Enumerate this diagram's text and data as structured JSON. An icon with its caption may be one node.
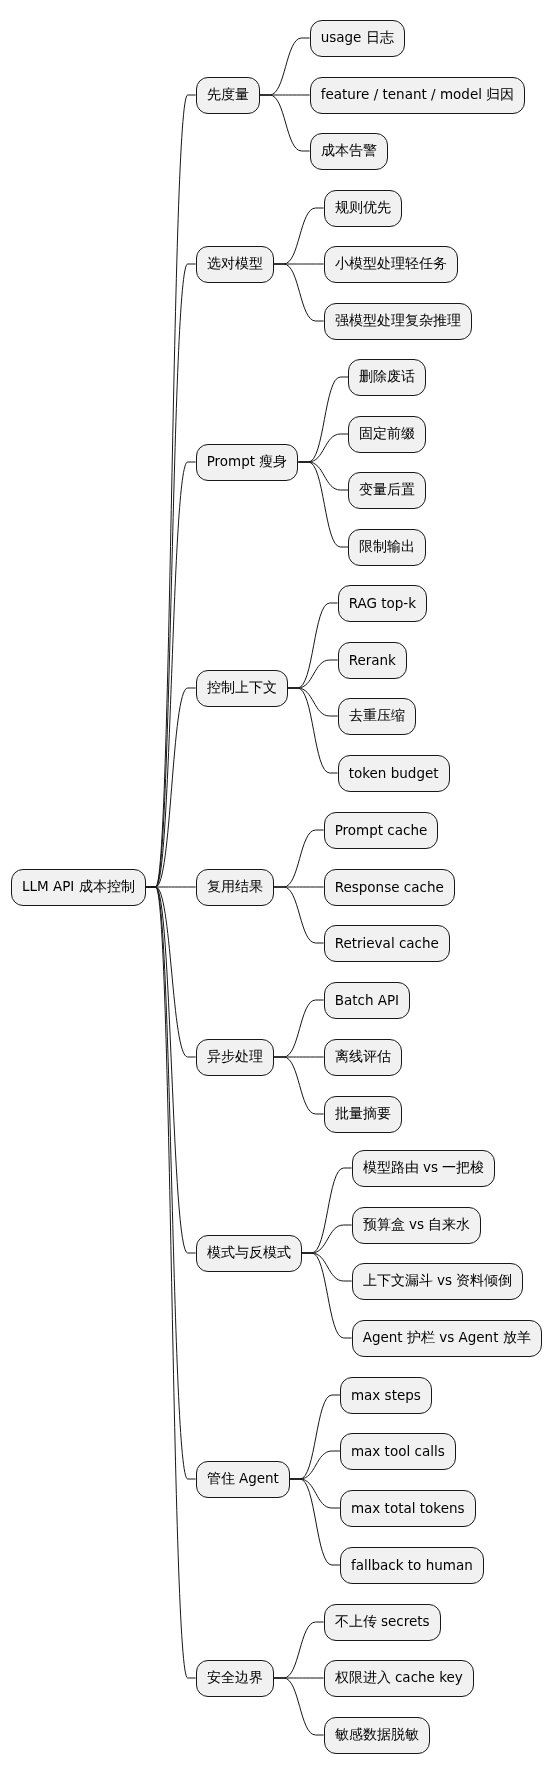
{
  "diagram": {
    "nodes": [
      {
        "text": [
          "LLM API 成本控制"
        ]
      },
      {
        "text": [
          "先度量"
        ]
      },
      {
        "text": [
          "usage 日志"
        ]
      },
      {
        "text": [
          "feature / tenant / model 归因"
        ]
      },
      {
        "text": [
          "成本告警"
        ]
      },
      {
        "text": [
          "选对模型"
        ]
      },
      {
        "text": [
          "规则优先"
        ]
      },
      {
        "text": [
          "小模型处理轻任务"
        ]
      },
      {
        "text": [
          "强模型处理复杂推理"
        ]
      },
      {
        "text": [
          "Prompt 瘦身"
        ]
      },
      {
        "text": [
          "删除废话"
        ]
      },
      {
        "text": [
          "固定前缀"
        ]
      },
      {
        "text": [
          "变量后置"
        ]
      },
      {
        "text": [
          "限制输出"
        ]
      },
      {
        "text": [
          "控制上下文"
        ]
      },
      {
        "text": [
          "RAG top-k"
        ]
      },
      {
        "text": [
          "Rerank"
        ]
      },
      {
        "text": [
          "去重压缩"
        ]
      },
      {
        "text": [
          "token budget"
        ]
      },
      {
        "text": [
          "复用结果"
        ]
      },
      {
        "text": [
          "Prompt cache"
        ]
      },
      {
        "text": [
          "Response cache"
        ]
      },
      {
        "text": [
          "Retrieval cache"
        ]
      },
      {
        "text": [
          "异步处理"
        ]
      },
      {
        "text": [
          "Batch API"
        ]
      },
      {
        "text": [
          "离线评估"
        ]
      },
      {
        "text": [
          "批量摘要"
        ]
      },
      {
        "text": [
          "模式与反模式"
        ]
      },
      {
        "text": [
          "模型路由 vs 一把梭"
        ]
      },
      {
        "text": [
          "预算盒 vs 自来水"
        ]
      },
      {
        "text": [
          "上下文漏斗 vs 资料倾倒"
        ]
      },
      {
        "text": [
          "Agent 护栏 vs Agent 放羊"
        ]
      },
      {
        "text": [
          "管住 Agent"
        ]
      },
      {
        "text": [
          "max steps"
        ]
      },
      {
        "text": [
          "max tool calls"
        ]
      },
      {
        "text": [
          "max total tokens"
        ]
      },
      {
        "text": [
          "fallback to human"
        ]
      },
      {
        "text": [
          "安全边界"
        ]
      },
      {
        "text": [
          "不上传 secrets"
        ]
      },
      {
        "text": [
          "权限进入 cache key"
        ]
      },
      {
        "text": [
          "敏感数据脱敏"
        ]
      }
    ],
    "edges": [
      {
        "from": 0,
        "to": 1,
        "arrow": "none"
      },
      {
        "from": 1,
        "to": 2,
        "arrow": "none"
      },
      {
        "from": 1,
        "to": 3,
        "arrow": "none"
      },
      {
        "from": 1,
        "to": 4,
        "arrow": "none"
      },
      {
        "from": 0,
        "to": 5,
        "arrow": "none"
      },
      {
        "from": 5,
        "to": 6,
        "arrow": "none"
      },
      {
        "from": 5,
        "to": 7,
        "arrow": "none"
      },
      {
        "from": 5,
        "to": 8,
        "arrow": "none"
      },
      {
        "from": 0,
        "to": 9,
        "arrow": "none"
      },
      {
        "from": 9,
        "to": 10,
        "arrow": "none"
      },
      {
        "from": 9,
        "to": 11,
        "arrow": "none"
      },
      {
        "from": 9,
        "to": 12,
        "arrow": "none"
      },
      {
        "from": 9,
        "to": 13,
        "arrow": "none"
      },
      {
        "from": 0,
        "to": 14,
        "arrow": "none"
      },
      {
        "from": 14,
        "to": 15,
        "arrow": "none"
      },
      {
        "from": 14,
        "to": 16,
        "arrow": "none"
      },
      {
        "from": 14,
        "to": 17,
        "arrow": "none"
      },
      {
        "from": 14,
        "to": 18,
        "arrow": "none"
      },
      {
        "from": 0,
        "to": 19,
        "arrow": "none"
      },
      {
        "from": 19,
        "to": 20,
        "arrow": "none"
      },
      {
        "from": 19,
        "to": 21,
        "arrow": "none"
      },
      {
        "from": 19,
        "to": 22,
        "arrow": "none"
      },
      {
        "from": 0,
        "to": 23,
        "arrow": "none"
      },
      {
        "from": 23,
        "to": 24,
        "arrow": "none"
      },
      {
        "from": 23,
        "to": 25,
        "arrow": "none"
      },
      {
        "from": 23,
        "to": 26,
        "arrow": "none"
      },
      {
        "from": 0,
        "to": 27,
        "arrow": "none"
      },
      {
        "from": 27,
        "to": 28,
        "arrow": "none"
      },
      {
        "from": 27,
        "to": 29,
        "arrow": "none"
      },
      {
        "from": 27,
        "to": 30,
        "arrow": "none"
      },
      {
        "from": 27,
        "to": 31,
        "arrow": "none"
      },
      {
        "from": 0,
        "to": 32,
        "arrow": "none"
      },
      {
        "from": 32,
        "to": 33,
        "arrow": "none"
      },
      {
        "from": 32,
        "to": 34,
        "arrow": "none"
      },
      {
        "from": 32,
        "to": 35,
        "arrow": "none"
      },
      {
        "from": 32,
        "to": 36,
        "arrow": "none"
      },
      {
        "from": 0,
        "to": 37,
        "arrow": "none"
      },
      {
        "from": 37,
        "to": 38,
        "arrow": "none"
      },
      {
        "from": 37,
        "to": 39,
        "arrow": "none"
      },
      {
        "from": 37,
        "to": 40,
        "arrow": "none"
      }
    ]
  }
}
